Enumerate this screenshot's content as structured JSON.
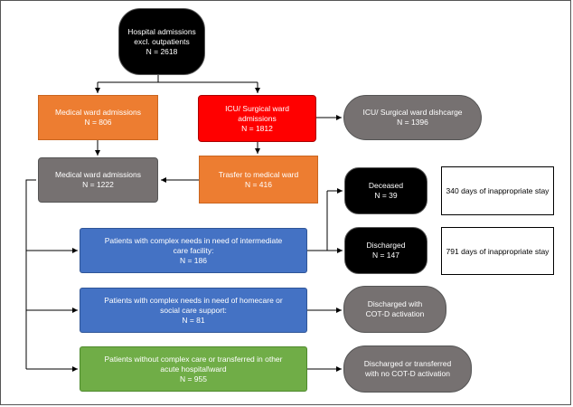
{
  "nodes": {
    "admissions": {
      "line1": "Hospital admissions",
      "line2": "excl. outpatients",
      "line3": "N = 2618"
    },
    "medical_ward_admissions": {
      "line1": "Medical ward admissions",
      "line2": "N = 806"
    },
    "icu_surgical_admissions": {
      "line1": "ICU/ Surgical ward",
      "line2": "admissions",
      "line3": "N = 1812"
    },
    "icu_surgical_discharge": {
      "line1": "ICU/ Surgical ward dishcarge",
      "line2": "N = 1396"
    },
    "medical_ward_total": {
      "line1": "Medical ward admissions",
      "line2": "N = 1222"
    },
    "transfer_medical_ward": {
      "line1": "Trasfer to medical ward",
      "line2": "N = 416"
    },
    "deceased": {
      "line1": "Deceased",
      "line2": "N = 39"
    },
    "discharged": {
      "line1": "Discharged",
      "line2": "N = 147"
    },
    "intermediate_care": {
      "line1": "Patients with complex needs in need of intermediate",
      "line2": "care facility:",
      "line3": "N = 186"
    },
    "homecare": {
      "line1": "Patients with complex needs in need of homecare or",
      "line2": "social care support:",
      "line3": "N = 81"
    },
    "discharged_cotd": {
      "line1": "Discharged with",
      "line2": "COT-D activation"
    },
    "no_complex_care": {
      "line1": "Patients without complex care or transferred in other",
      "line2": "acute hospital\\ward",
      "line3": "N = 955"
    },
    "discharged_no_cotd": {
      "line1": "Discharged or transferred",
      "line2": "with no COT-D activation"
    }
  },
  "notes": {
    "deceased_stay": "340 days of inappropriate stay",
    "discharged_stay": "791 days of inappropriate stay"
  },
  "colors": {
    "black": "#000000",
    "orange": "#ed7d31",
    "red": "#ff0000",
    "gray": "#767171",
    "blue": "#4472c4",
    "green": "#70ad47"
  }
}
